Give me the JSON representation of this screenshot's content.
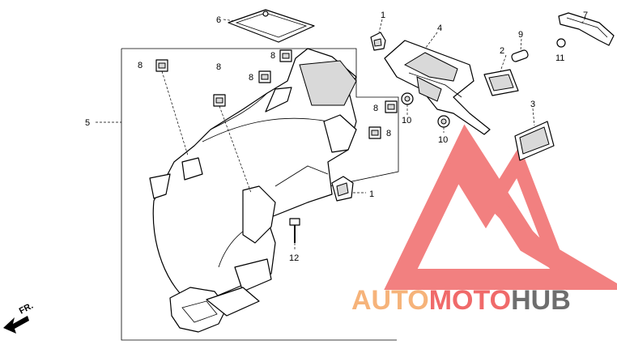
{
  "callouts": {
    "c1a": "1",
    "c1b": "1",
    "c2": "2",
    "c3": "3",
    "c4": "4",
    "c5": "5",
    "c6": "6",
    "c7": "7",
    "c8a": "8",
    "c8b": "8",
    "c8c": "8",
    "c8d": "8",
    "c8e": "8",
    "c8f": "8",
    "c9": "9",
    "c10a": "10",
    "c10b": "10",
    "c11": "11",
    "c12": "12"
  },
  "direction_label": "FR.",
  "watermark": {
    "word_part1": "AUTO",
    "word_part2": "MOTO",
    "word_part3": "HUB",
    "color_light": "#f6b37a",
    "color_red": "#f06a6a",
    "color_gray": "#6e6e6e"
  }
}
